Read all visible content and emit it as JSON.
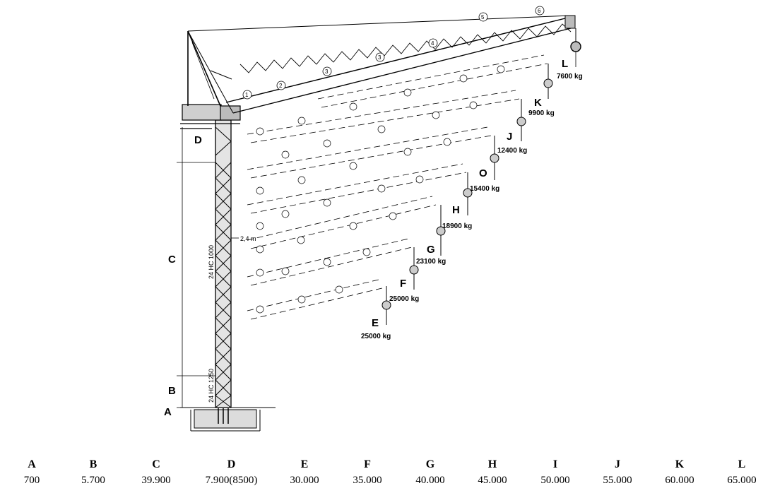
{
  "diagram": {
    "tower_labels": {
      "top": "24 HC 1000",
      "bottom": "24 HC 1250",
      "width": "2,4 m"
    },
    "height_labels": [
      "A",
      "B",
      "C",
      "D"
    ],
    "configurations": [
      {
        "key": "E",
        "load": "25000 kg"
      },
      {
        "key": "F",
        "load": "25000 kg"
      },
      {
        "key": "G",
        "load": "23100 kg"
      },
      {
        "key": "H",
        "load": "18900 kg"
      },
      {
        "key": "O",
        "load": "15400 kg"
      },
      {
        "key": "J",
        "load": "12400 kg"
      },
      {
        "key": "K",
        "load": "9900 kg"
      },
      {
        "key": "L",
        "load": "7600 kg"
      }
    ],
    "section_numbers": [
      "1",
      "2",
      "3",
      "4",
      "5",
      "6"
    ]
  },
  "dimensions": {
    "columns": [
      {
        "key": "A",
        "value": "700"
      },
      {
        "key": "B",
        "value": "5.700"
      },
      {
        "key": "C",
        "value": "39.900"
      },
      {
        "key": "D",
        "value": "7.900(8500)"
      },
      {
        "key": "E",
        "value": "30.000"
      },
      {
        "key": "F",
        "value": "35.000"
      },
      {
        "key": "G",
        "value": "40.000"
      },
      {
        "key": "H",
        "value": "45.000"
      },
      {
        "key": "I",
        "value": "50.000"
      },
      {
        "key": "J",
        "value": "55.000"
      },
      {
        "key": "K",
        "value": "60.000"
      },
      {
        "key": "L",
        "value": "65.000"
      }
    ]
  }
}
